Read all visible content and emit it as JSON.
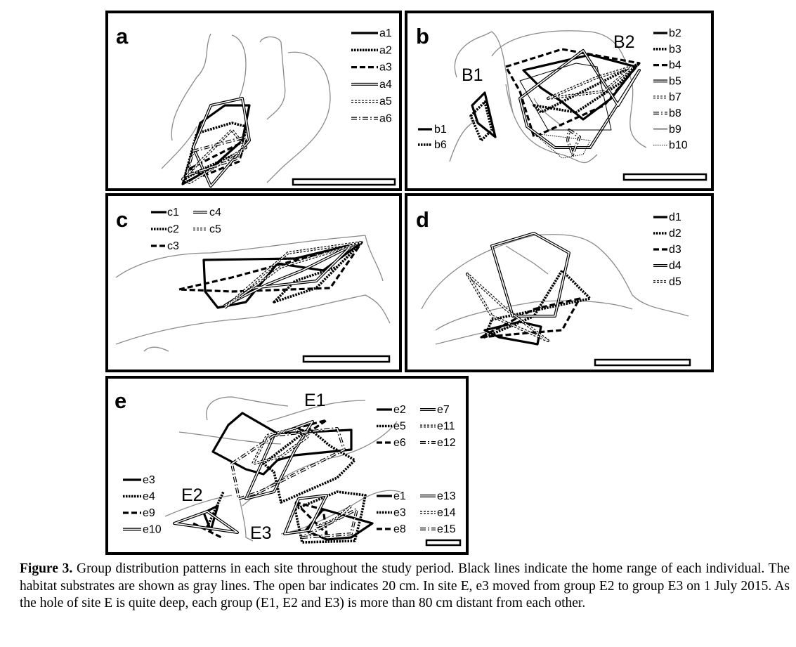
{
  "figure": {
    "caption_label": "Figure 3.",
    "caption_text": " Group distribution patterns in each site throughout the study period. Black lines indicate the home range of each individual. The habitat substrates are shown as gray lines. The open bar indicates 20 cm. In site E, e3 moved from group E2 to group E3 on 1 July 2015. As the hole of site E is quite deep, each group (E1, E2 and E3) is more than 80 cm distant from each other."
  },
  "panels": {
    "a": {
      "label": "a",
      "groups": [],
      "legends": [
        [
          {
            "label": "a1",
            "style": "solid"
          },
          {
            "label": "a2",
            "style": "dotted"
          },
          {
            "label": "a3",
            "style": "dashed"
          },
          {
            "label": "a4",
            "style": "double"
          },
          {
            "label": "a5",
            "style": "double-dotted"
          },
          {
            "label": "a6",
            "style": "double-dashdot"
          }
        ]
      ]
    },
    "b": {
      "label": "b",
      "groups": [
        "B1",
        "B2"
      ],
      "legends": [
        [
          {
            "label": "b2",
            "style": "solid"
          },
          {
            "label": "b3",
            "style": "dotted"
          },
          {
            "label": "b4",
            "style": "dashed"
          },
          {
            "label": "b5",
            "style": "double"
          },
          {
            "label": "b7",
            "style": "double-dotted"
          },
          {
            "label": "b8",
            "style": "double-dashdot"
          },
          {
            "label": "b9",
            "style": "thin"
          },
          {
            "label": "b10",
            "style": "thin-dotted"
          }
        ],
        [
          {
            "label": "b1",
            "style": "solid"
          },
          {
            "label": "b6",
            "style": "dotted"
          }
        ]
      ]
    },
    "c": {
      "label": "c",
      "groups": [],
      "legends": [
        [
          {
            "label": "c1",
            "style": "solid"
          },
          {
            "label": "c2",
            "style": "dotted"
          },
          {
            "label": "c3",
            "style": "dashed"
          }
        ],
        [
          {
            "label": "c4",
            "style": "double"
          },
          {
            "label": "c5",
            "style": "double-dotted"
          }
        ]
      ]
    },
    "d": {
      "label": "d",
      "groups": [],
      "legends": [
        [
          {
            "label": "d1",
            "style": "solid"
          },
          {
            "label": "d2",
            "style": "dotted"
          },
          {
            "label": "d3",
            "style": "dashed"
          },
          {
            "label": "d4",
            "style": "double"
          },
          {
            "label": "d5",
            "style": "double-dotted"
          }
        ]
      ]
    },
    "e": {
      "label": "e",
      "groups": [
        "E1",
        "E2",
        "E3"
      ],
      "legends": [
        [
          {
            "label": "e2",
            "style": "solid"
          },
          {
            "label": "e5",
            "style": "dotted"
          },
          {
            "label": "e6",
            "style": "dashed"
          }
        ],
        [
          {
            "label": "e7",
            "style": "double"
          },
          {
            "label": "e11",
            "style": "double-dotted"
          },
          {
            "label": "e12",
            "style": "double-dashdot"
          }
        ],
        [
          {
            "label": "e1",
            "style": "solid"
          },
          {
            "label": "e3",
            "style": "dotted"
          },
          {
            "label": "e8",
            "style": "dashed"
          }
        ],
        [
          {
            "label": "e13",
            "style": "double"
          },
          {
            "label": "e14",
            "style": "double-dotted"
          },
          {
            "label": "e15",
            "style": "double-dashdot"
          }
        ],
        [
          {
            "label": "e3",
            "style": "solid"
          },
          {
            "label": "e4",
            "style": "dotted"
          },
          {
            "label": "e9",
            "style": "dashed"
          },
          {
            "label": "e10",
            "style": "double"
          }
        ]
      ]
    }
  }
}
